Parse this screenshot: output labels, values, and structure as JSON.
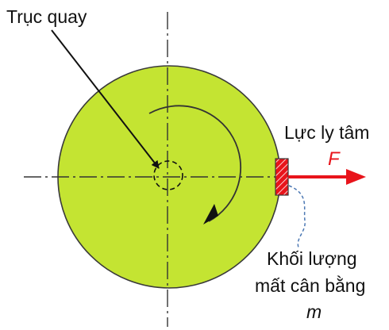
{
  "labels": {
    "shaft": "Trục quay",
    "centrifugal_force": "Lực ly tâm",
    "force_symbol": "F",
    "unbalanced_mass_line1": "Khối lượng",
    "unbalanced_mass_line2": "mất cân bằng",
    "mass_symbol": "m"
  },
  "colors": {
    "disk_fill": "#c4e432",
    "disk_outline": "#3a3a3a",
    "force_arrow": "#e8141b",
    "force_symbol": "#e8141b",
    "mass_block": "#e8141b",
    "leader_line": "#4d79b4",
    "text": "#111111"
  }
}
